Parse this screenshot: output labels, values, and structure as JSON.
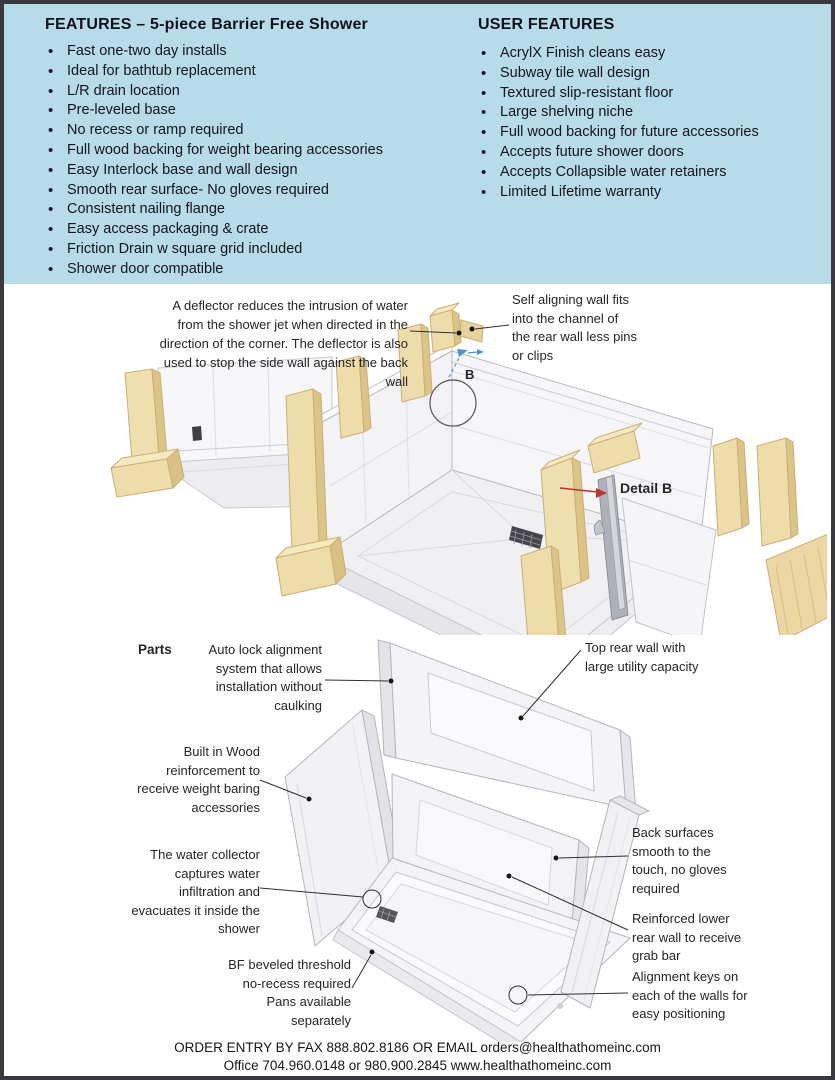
{
  "header": {
    "left": {
      "title": "FEATURES – 5-piece Barrier Free Shower",
      "items": [
        "Fast one-two day installs",
        "Ideal for bathtub replacement",
        "L/R drain location",
        "Pre-leveled base",
        "No recess or ramp required",
        "Full wood backing for weight bearing accessories",
        "Easy Interlock base and wall design",
        "Smooth rear surface- No gloves required",
        "Consistent nailing flange",
        "Easy access packaging & crate",
        "Friction Drain w square grid included",
        "Shower door compatible"
      ]
    },
    "right": {
      "title": "USER FEATURES",
      "items": [
        "AcrylX Finish cleans easy",
        "Subway tile wall design",
        "Textured slip-resistant floor",
        "Large shelving niche",
        "Full wood backing for future accessories",
        "Accepts future shower doors",
        "Accepts Collapsible water retainers",
        "Limited Lifetime warranty"
      ]
    }
  },
  "installation": {
    "deflector_note": "A deflector reduces the intrusion of water from the shower jet when directed in the direction of the corner. The deflector is also used to stop the side wall against the back wall",
    "self_aligning_note": "Self aligning wall fits into the channel of the rear wall less pins or clips",
    "b_marker": "B",
    "detail_b_label": "Detail B"
  },
  "parts": {
    "title": "Parts",
    "auto_lock": "Auto lock alignment system that allows installation without caulking",
    "top_rear_wall": "Top rear wall with large utility capacity",
    "built_in_wood": "Built in Wood reinforcement to receive weight baring accessories",
    "water_collector": "The water collector captures water infiltration and evacuates it inside the shower",
    "back_surfaces": "Back surfaces smooth to the touch, no gloves required",
    "reinforced_lower": "Reinforced lower rear wall to receive grab bar",
    "alignment_keys": "Alignment keys on each of the walls for easy positioning",
    "bf_threshold": "BF beveled threshold no-recess required Pans available separately"
  },
  "footer": {
    "line1": "ORDER ENTRY BY FAX 888.802.8186 OR EMAIL orders@healthathomeinc.com",
    "line2": "Office 704.960.0148 or 980.900.2845 www.healthathomeinc.com"
  },
  "colors": {
    "header_bg": "#b7dbe9",
    "wood": "#eedcab",
    "wood_shade": "#dcc488",
    "panel_white": "#f4f4f7",
    "drain": "#45454c",
    "callout_line": "#2f2f33",
    "red_arrow": "#c23428",
    "blue_arrow": "#4f93c9",
    "frame_border": "#39393f"
  }
}
